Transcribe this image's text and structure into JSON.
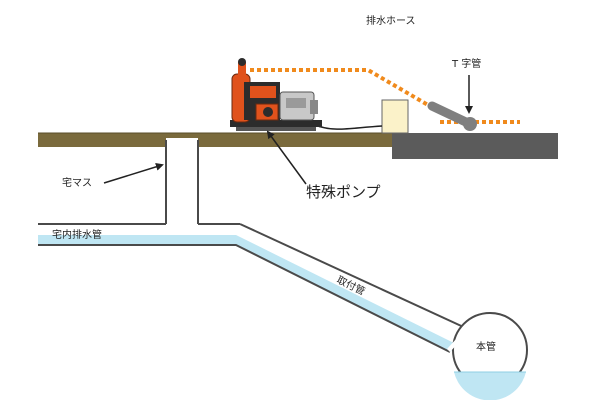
{
  "labels": {
    "drain_hose": "排水ホース",
    "t_pipe": "T 字管",
    "special_pump": "特殊ポンプ",
    "house_basin": "宅マス",
    "house_drain_pipe": "宅内排水管",
    "connection_pipe": "取付管",
    "main_pipe": "本管"
  },
  "colors": {
    "ground": "#7a6a3c",
    "ground_top": "#5a4d2a",
    "road": "#5b5b5b",
    "pipe_outline": "#4a4a4a",
    "water": "#bfe6f3",
    "hose": "#f08a1c",
    "pump_body": "#e0521c",
    "pump_dark": "#2c2c2c",
    "engine": "#c8c8c8",
    "tank": "#fbf2c9",
    "t_pipe": "#7f7f7f",
    "arrow": "#222222"
  }
}
